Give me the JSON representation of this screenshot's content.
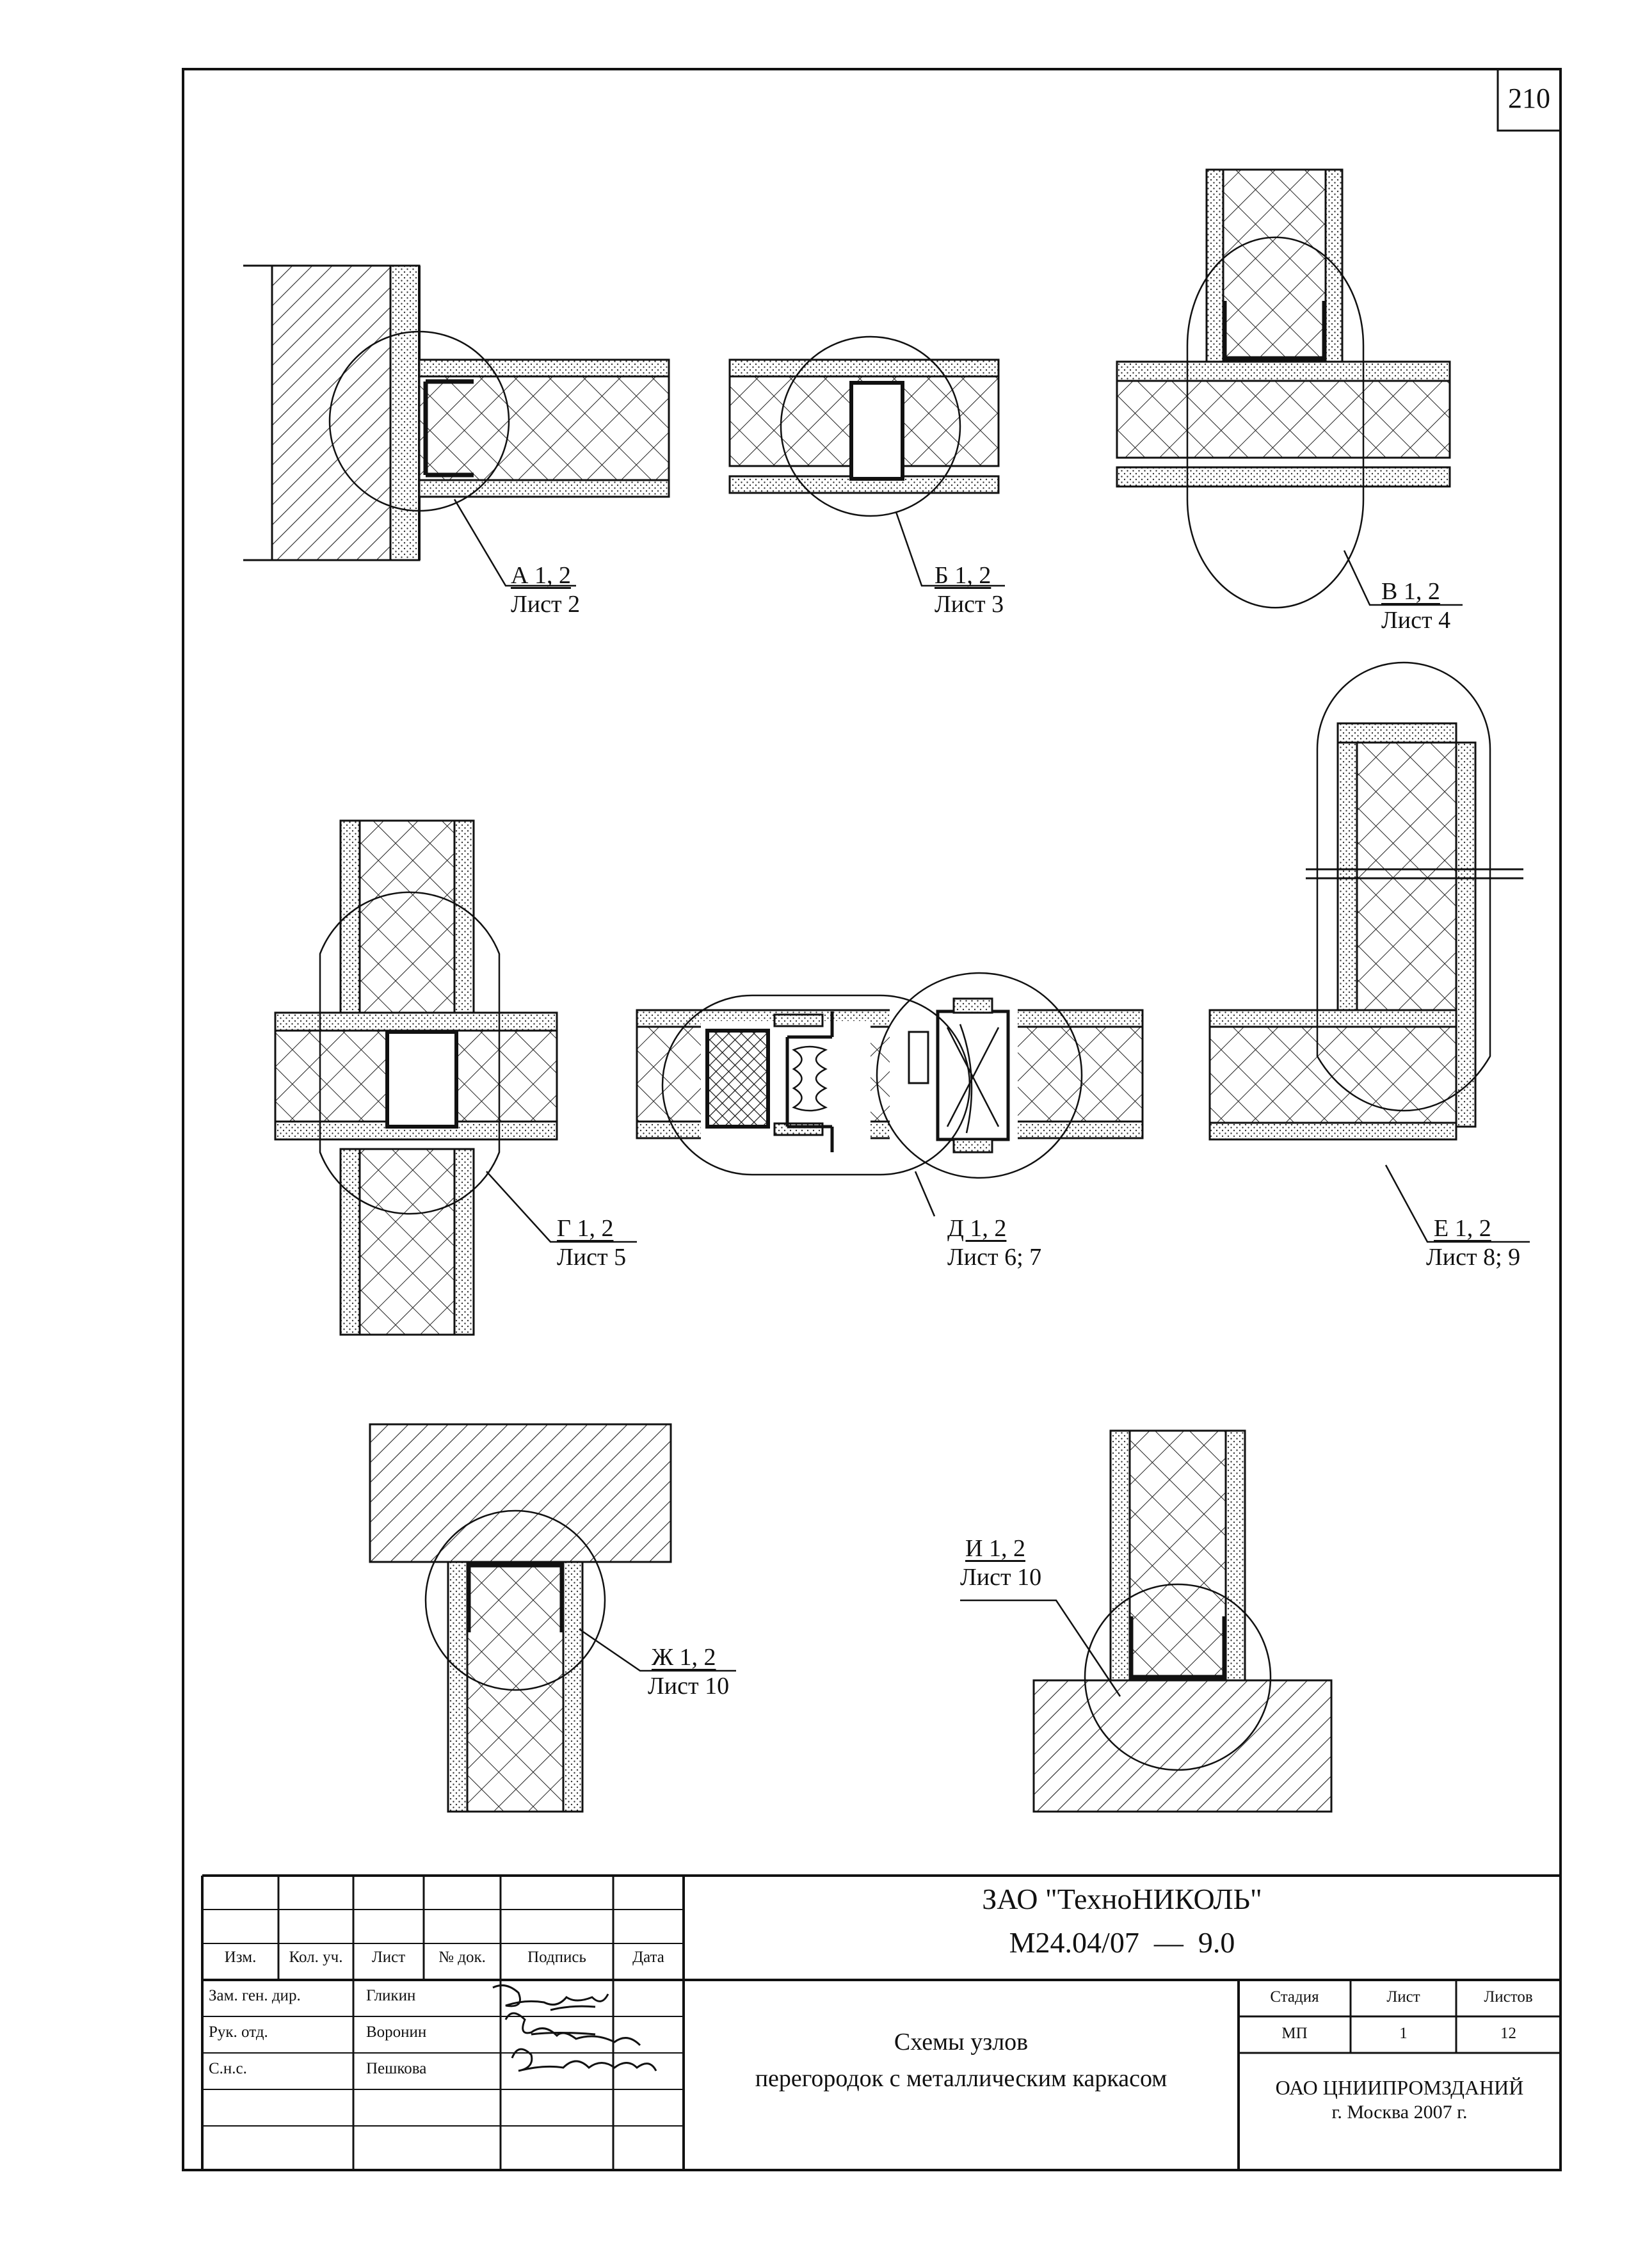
{
  "sheet_number": "210",
  "details": [
    {
      "id": "A",
      "line1": "А 1, 2",
      "line2": "Лист 2"
    },
    {
      "id": "B",
      "line1": "Б 1, 2",
      "line2": "Лист 3"
    },
    {
      "id": "V",
      "line1": "В 1, 2",
      "line2": "Лист 4"
    },
    {
      "id": "G",
      "line1": "Г 1, 2",
      "line2": "Лист 5"
    },
    {
      "id": "D",
      "line1": "Д 1, 2",
      "line2": "Лист 6; 7"
    },
    {
      "id": "E",
      "line1": "Е 1, 2",
      "line2": "Лист 8; 9"
    },
    {
      "id": "Zh",
      "line1": "Ж 1, 2",
      "line2": "Лист 10"
    },
    {
      "id": "I",
      "line1": "И 1, 2",
      "line2": "Лист 10"
    }
  ],
  "title_block": {
    "company": "ЗАО \"ТехноНИКОЛЬ\"",
    "doc_code": "М24.04/07  —  9.0",
    "headers": {
      "izm": "Изм.",
      "kol": "Кол. уч.",
      "list": "Лист",
      "ndoc": "№ док.",
      "podpis": "Подпись",
      "data": "Дата"
    },
    "people": [
      {
        "role": "Зам. ген. дир.",
        "name": "Гликин"
      },
      {
        "role": "Рук. отд.",
        "name": "Воронин"
      },
      {
        "role": "С.н.с.",
        "name": "Пешкова"
      }
    ],
    "title_line1": "Схемы узлов",
    "title_line2": "перегородок с металлическим каркасом",
    "stage_label": "Стадия",
    "sheet_label": "Лист",
    "sheets_label": "Листов",
    "stage": "МП",
    "sheet": "1",
    "sheets": "12",
    "org_line1": "ОАО ЦНИИПРОМЗДАНИЙ",
    "org_line2": "г. Москва 2007 г."
  }
}
